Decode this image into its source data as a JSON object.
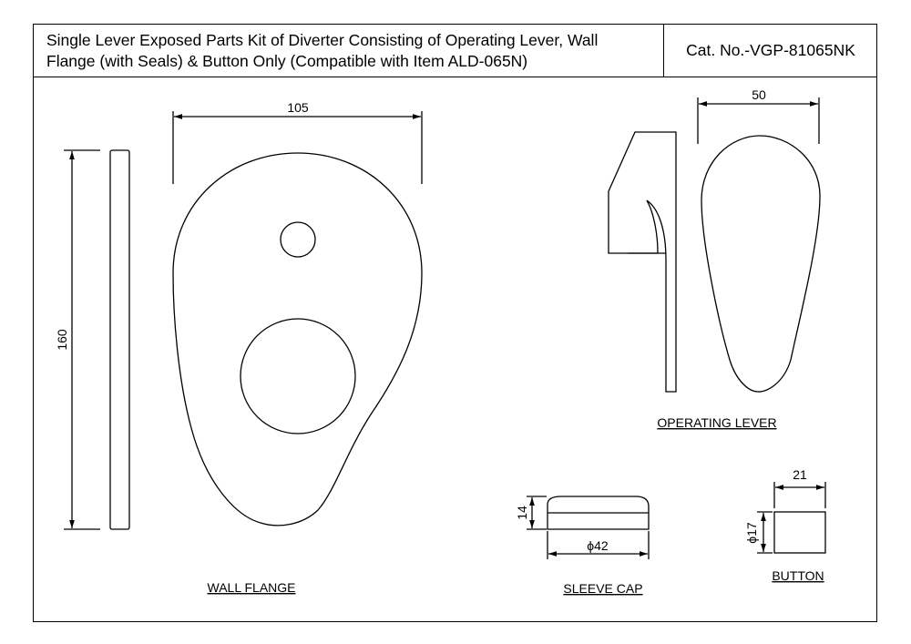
{
  "header": {
    "title_line1": "Single Lever Exposed Parts Kit of Diverter Consisting of Operating Lever, Wall",
    "title_line2": "Flange (with Seals) & Button Only (Compatible with Item ALD-065N)",
    "catalog_number": "Cat. No.-VGP-81065NK"
  },
  "wall_flange": {
    "label": "WALL FLANGE",
    "width_dim": "105",
    "height_dim": "160"
  },
  "operating_lever": {
    "label": "OPERATING LEVER",
    "width_dim": "50"
  },
  "sleeve_cap": {
    "label": "SLEEVE CAP",
    "height_dim": "14",
    "diameter_dim": "ϕ42"
  },
  "button": {
    "label": "BUTTON",
    "width_dim": "21",
    "diameter_dim": "ϕ17"
  }
}
